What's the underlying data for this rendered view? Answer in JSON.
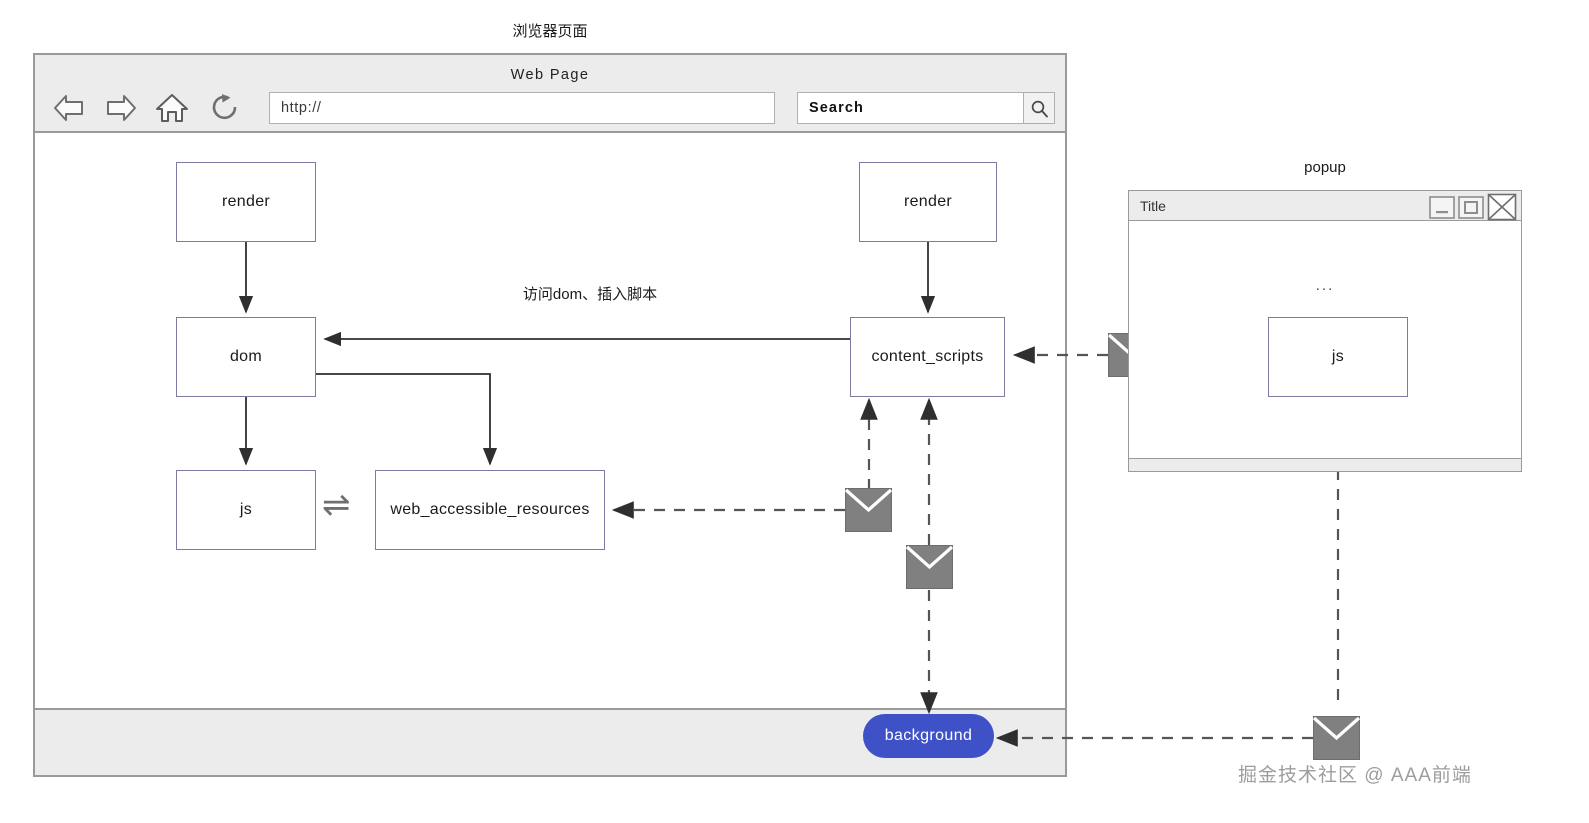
{
  "captions": {
    "browser_page": "浏览器页面",
    "popup": "popup"
  },
  "browser": {
    "title": "Web Page",
    "nav": [
      {
        "name": "back-arrow-icon",
        "label": "Back"
      },
      {
        "name": "forward-arrow-icon",
        "label": "Forward"
      },
      {
        "name": "home-icon",
        "label": "Home"
      },
      {
        "name": "reload-icon",
        "label": "Reload"
      }
    ],
    "url_value": "http://",
    "search_value": "Search",
    "search_icon": "search-icon"
  },
  "popup": {
    "title": "Title",
    "ellipsis": "...",
    "controls": [
      {
        "name": "minimize-button",
        "glyph": "minimize-icon"
      },
      {
        "name": "maximize-button",
        "glyph": "maximize-icon"
      },
      {
        "name": "close-button",
        "glyph": "close-icon"
      }
    ],
    "node_js": "js"
  },
  "nodes": {
    "render_left": "render",
    "render_right": "render",
    "dom": "dom",
    "js": "js",
    "web_accessible_resources": "web_accessible_resources",
    "content_scripts": "content_scripts",
    "background": "background"
  },
  "labels": {
    "access_dom": "访问dom、插入脚本",
    "swap_arrows": "⇌"
  },
  "watermark": "掘金技术社区 @ AAA前端",
  "colors": {
    "node_border": "#7b7ba6",
    "background_pill": "#3f51c7",
    "chrome_gray": "#ececec",
    "frame_gray": "#9a9a9a",
    "envelope_gray": "#808080",
    "wire": "#3a3a3a",
    "watermark": "#9d9d9d"
  }
}
